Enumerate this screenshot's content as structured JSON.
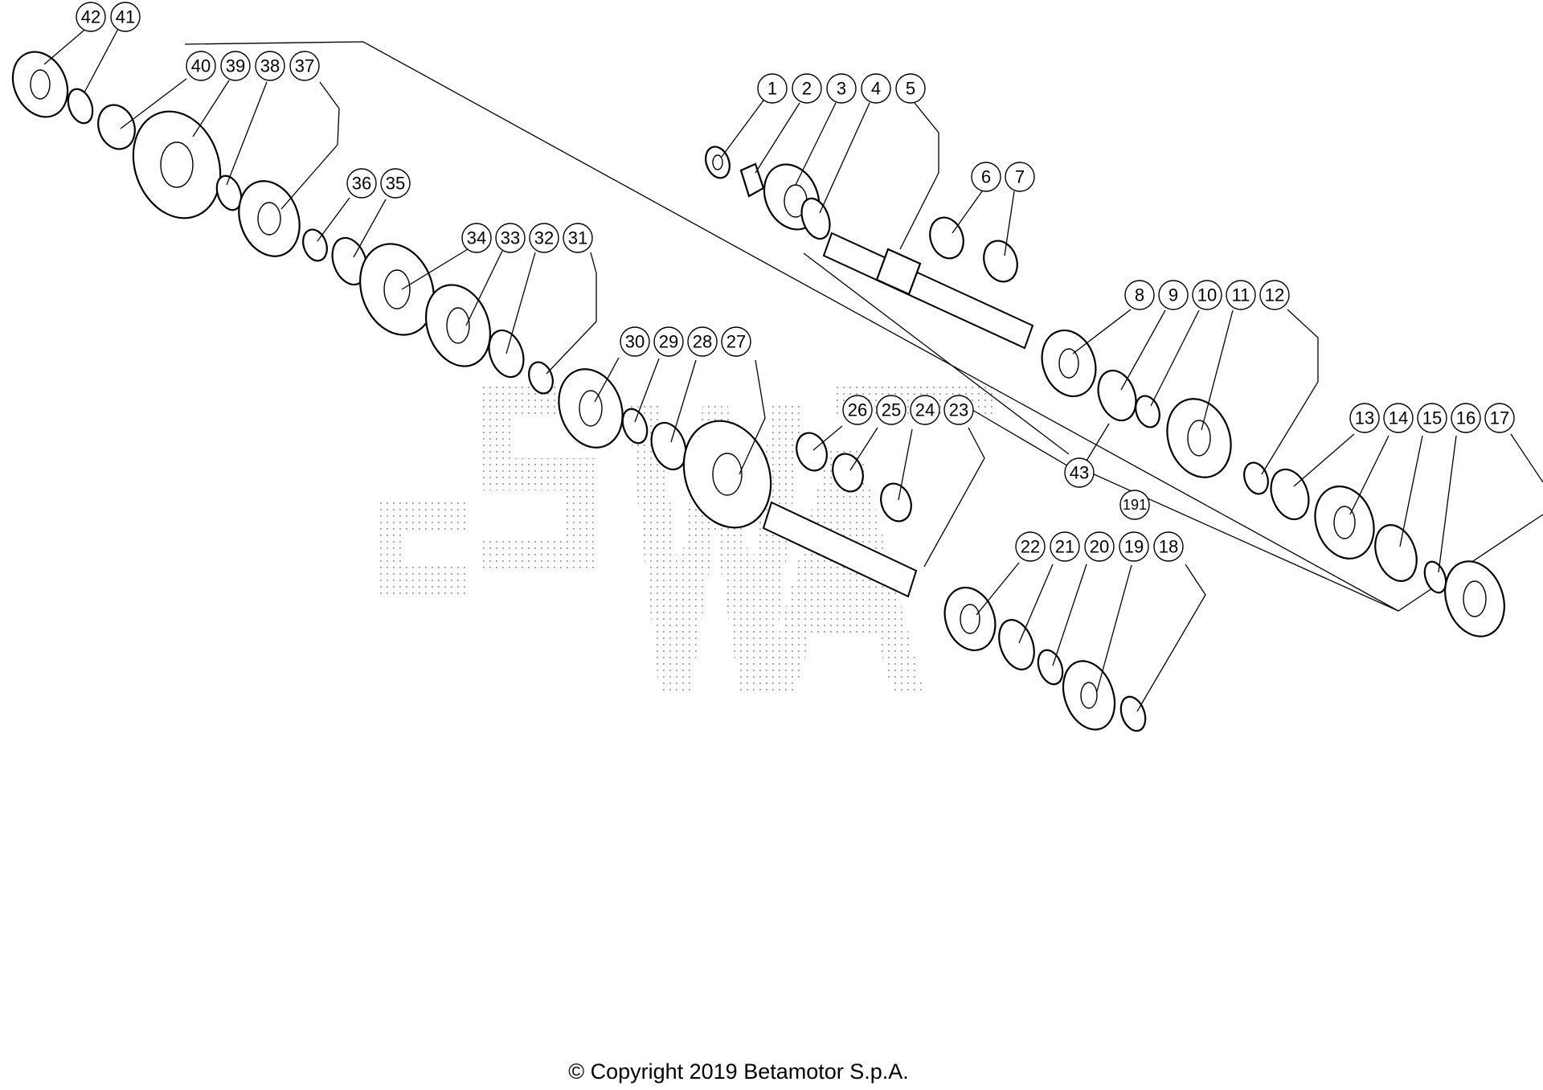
{
  "diagram": {
    "callouts": [
      "1",
      "2",
      "3",
      "4",
      "5",
      "6",
      "7",
      "8",
      "9",
      "10",
      "11",
      "12",
      "13",
      "14",
      "15",
      "16",
      "17",
      "18",
      "19",
      "191",
      "20",
      "21",
      "22",
      "23",
      "24",
      "25",
      "26",
      "27",
      "28",
      "29",
      "30",
      "31",
      "32",
      "33",
      "34",
      "35",
      "36",
      "37",
      "38",
      "39",
      "40",
      "41",
      "42",
      "43"
    ]
  },
  "footer": {
    "copyright": "© Copyright 2019 Betamotor S.p.A."
  },
  "colors": {
    "ink": "#000000",
    "background": "#ffffff",
    "watermark": "#bdbdbd"
  }
}
